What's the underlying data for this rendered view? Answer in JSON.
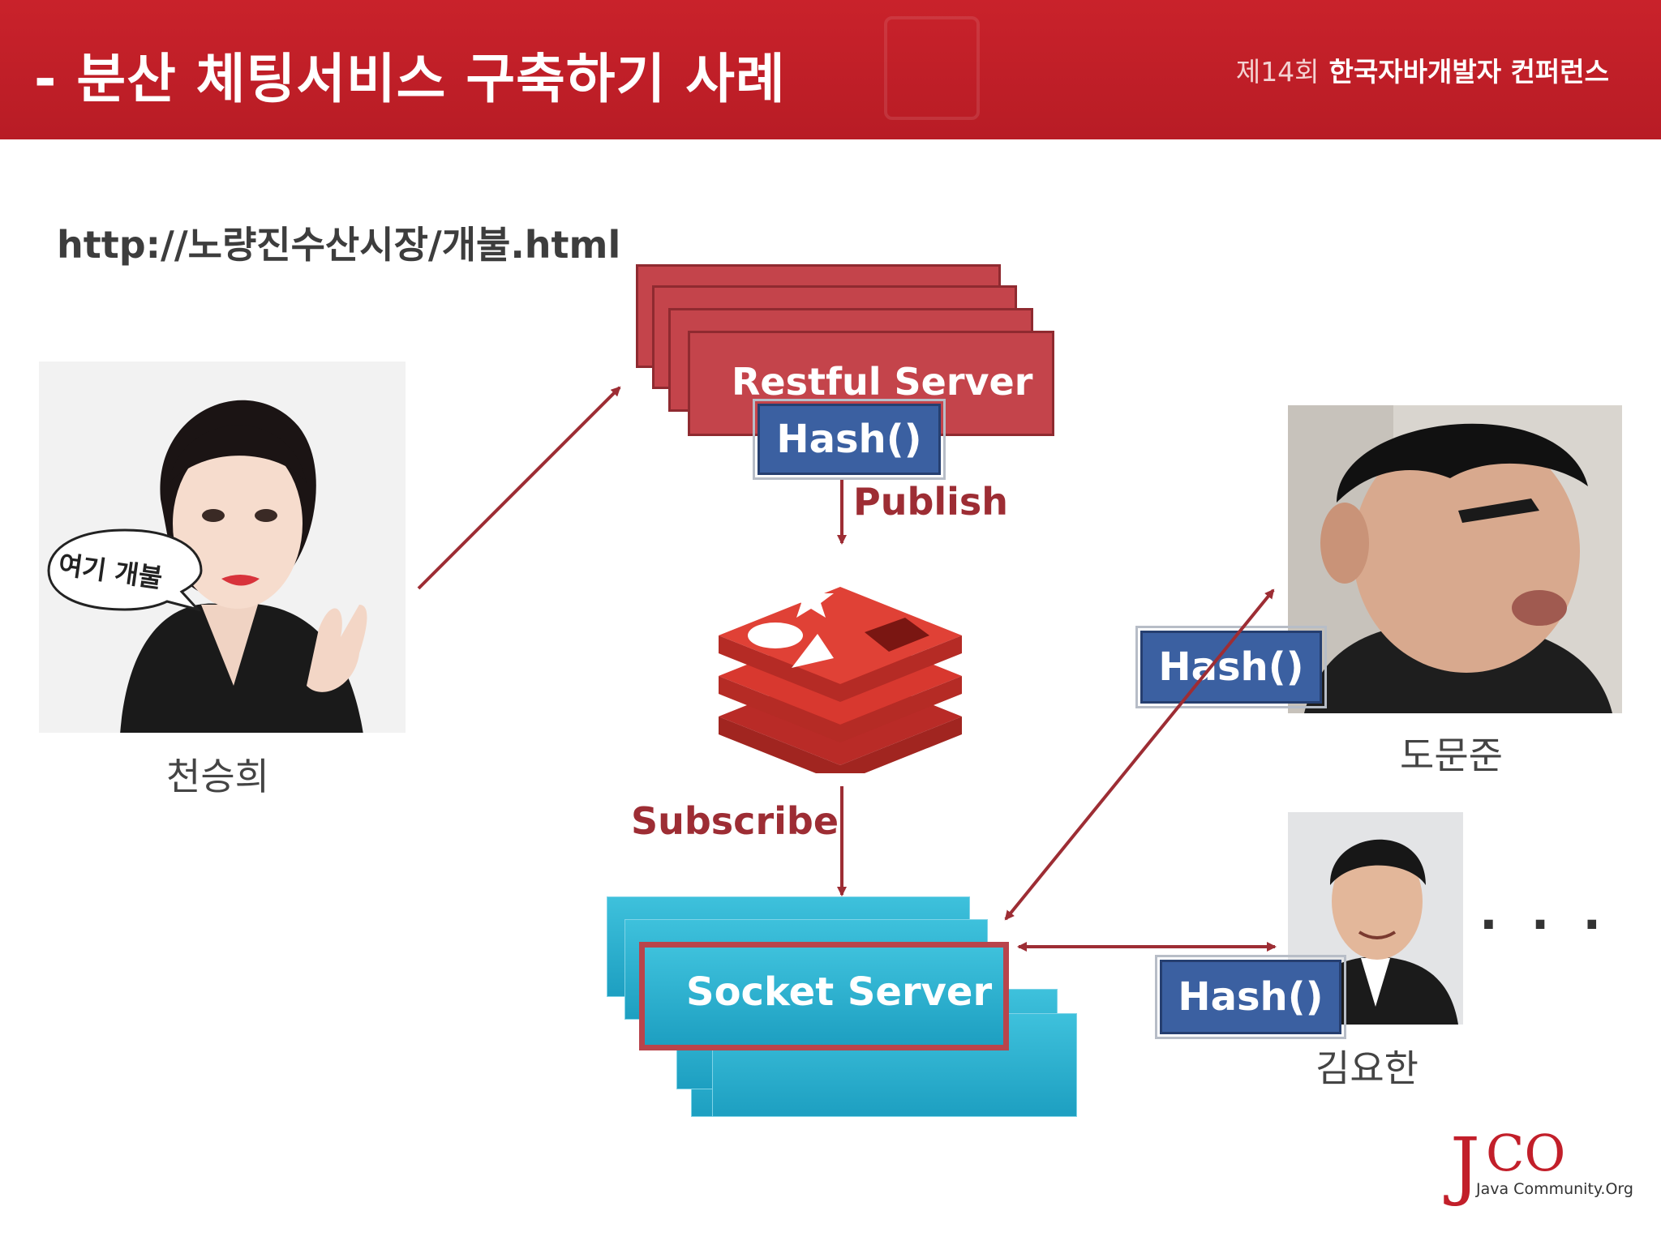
{
  "header": {
    "title": "-  분산 체팅서비스 구축하기 사례",
    "conference_ordinal": "제14회",
    "conference_name": "한국자바개발자 컨퍼런스"
  },
  "url_text": "http://노량진수산시장/개불.html",
  "users": [
    {
      "name": "천승희",
      "speech_bubble": "여기 개불"
    },
    {
      "name": "도문준"
    },
    {
      "name": "김요한"
    }
  ],
  "restful_server": {
    "label": "Restful Server",
    "hash_label": "Hash()"
  },
  "socket_server": {
    "label": "Socket Server"
  },
  "client_hashes": [
    "Hash()",
    "Hash()"
  ],
  "flow": {
    "publish": "Publish",
    "subscribe": "Subscribe"
  },
  "more_indicator": "· · ·",
  "logo": {
    "mark_j": "J",
    "mark_co": "CO",
    "subtitle": "Java Community.Org"
  },
  "icons": {
    "broker": "redis-logo-icon"
  },
  "colors": {
    "header": "#c9222b",
    "restful": "#c4444b",
    "socket": "#29afcf",
    "hash": "#3b60a1",
    "arrow": "#9d2d34"
  }
}
